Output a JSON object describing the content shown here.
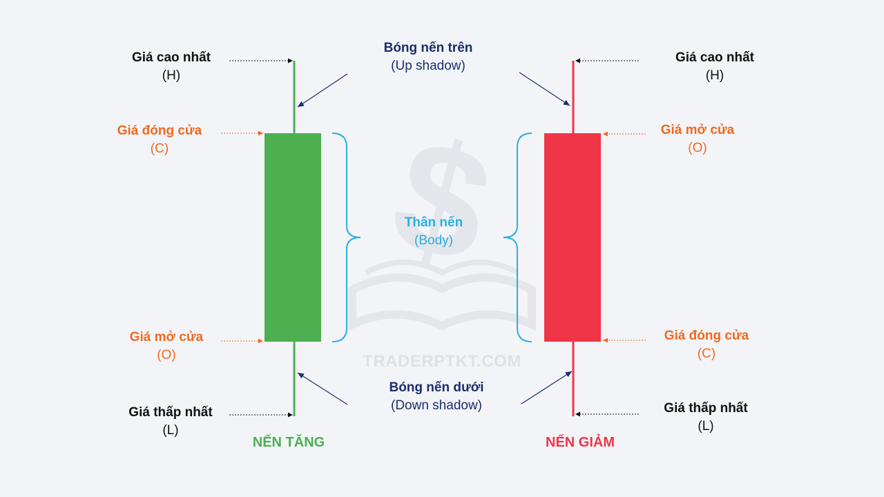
{
  "colors": {
    "bull": "#4caf50",
    "bear": "#f03546",
    "label_black": "#111111",
    "label_orange": "#ee6a1f",
    "label_navy": "#1b2d6b",
    "label_cyan": "#2aaee2",
    "watermark": "#dde1e7"
  },
  "bull": {
    "high": {
      "title": "Giá cao nhất",
      "sub": "(H)"
    },
    "close": {
      "title": "Giá đóng cửa",
      "sub": "(C)"
    },
    "open": {
      "title": "Giá mở cửa",
      "sub": "(O)"
    },
    "low": {
      "title": "Giá thấp nhất",
      "sub": "(L)"
    },
    "name": "NẾN TĂNG"
  },
  "bear": {
    "high": {
      "title": "Giá cao nhất",
      "sub": "(H)"
    },
    "open": {
      "title": "Giá mở cửa",
      "sub": "(O)"
    },
    "close": {
      "title": "Giá đóng cửa",
      "sub": "(C)"
    },
    "low": {
      "title": "Giá thấp nhất",
      "sub": "(L)"
    },
    "name": "NẾN GIẢM"
  },
  "upper_shadow": {
    "title": "Bóng nến trên",
    "sub": "(Up shadow)"
  },
  "body": {
    "title": "Thân nến",
    "sub": "(Body)"
  },
  "lower_shadow": {
    "title": "Bóng nến dưới",
    "sub": "(Down shadow)"
  },
  "watermark": {
    "text": "TRADERPTKT.COM",
    "icon": "dollar-book-icon"
  }
}
